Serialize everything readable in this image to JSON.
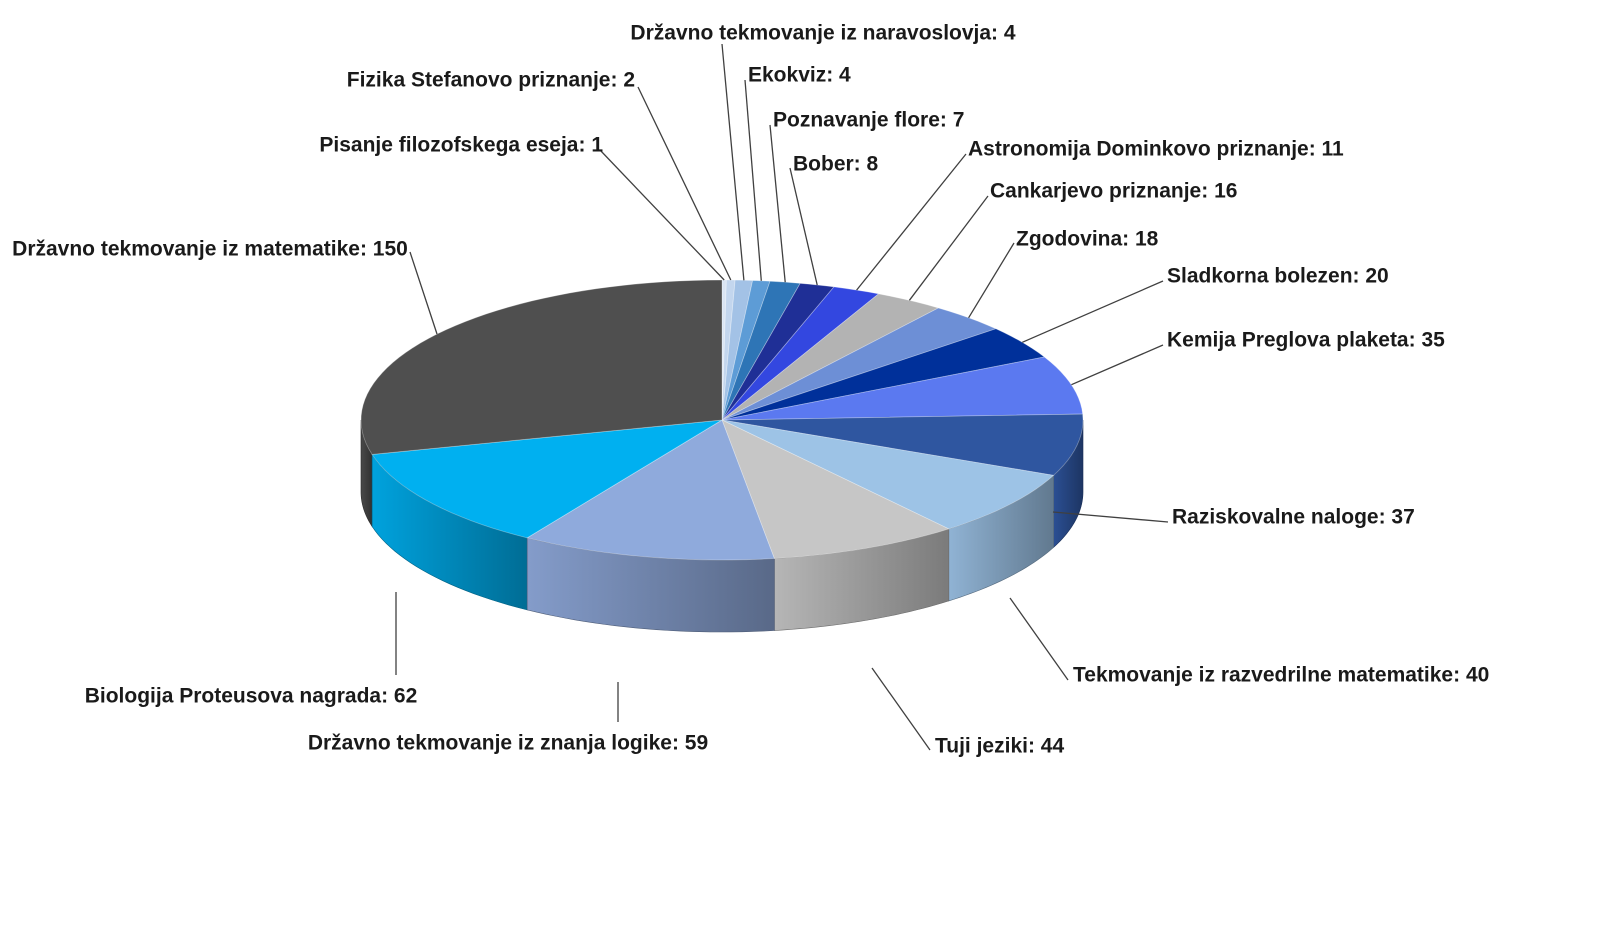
{
  "chart_data": {
    "type": "pie",
    "title": "",
    "series": [
      {
        "categories": [
          "Pisanje filozofskega eseja",
          "Fizika Stefanovo priznanje",
          "Državno tekmovanje iz naravoslovja",
          "Ekokviz",
          "Poznavanje flore",
          "Bober",
          "Astronomija Dominkovo priznanje",
          "Cankarjevo priznanje",
          "Zgodovina",
          "Sladkorna bolezen",
          "Kemija Preglova plaketa",
          "Raziskovalne naloge",
          "Tekmovanje iz razvedrilne matematike",
          "Tuji jeziki",
          "Državno tekmovanje iz znanja logike",
          "Biologija Proteusova nagrada",
          "Državno tekmovanje iz matematike"
        ],
        "values": [
          1,
          2,
          4,
          4,
          7,
          8,
          11,
          16,
          18,
          20,
          35,
          37,
          40,
          44,
          59,
          62,
          150
        ],
        "colors": [
          "#dae5f4",
          "#c3d6ee",
          "#a3c2e6",
          "#5d9cd6",
          "#2e75b6",
          "#1f2f96",
          "#3347e0",
          "#b3b3b3",
          "#6d8fd6",
          "#00309a",
          "#5b79f0",
          "#2f56a0",
          "#9dc3e6",
          "#c6c6c6",
          "#8faadc",
          "#00b0f0",
          "#4f4f4f"
        ],
        "labels": [
          "Pisanje filozofskega eseja: 1",
          "Fizika Stefanovo priznanje: 2",
          "Državno tekmovanje iz naravoslovja: 4",
          "Ekokviz: 4",
          "Poznavanje flore: 7",
          "Bober: 8",
          "Astronomija Dominkovo priznanje: 11",
          "Cankarjevo priznanje: 16",
          "Zgodovina: 18",
          "Sladkorna bolezen: 20",
          "Kemija Preglova plaketa: 35",
          "Raziskovalne naloge: 37",
          "Tekmovanje iz razvedrilne matematike: 40",
          "Tuji jeziki: 44",
          "Državno tekmovanje iz znanja logike: 59",
          "Biologija Proteusova nagrada: 62",
          "Državno tekmovanje iz matematike: 150"
        ]
      }
    ],
    "legend": "none",
    "style": "3d"
  }
}
